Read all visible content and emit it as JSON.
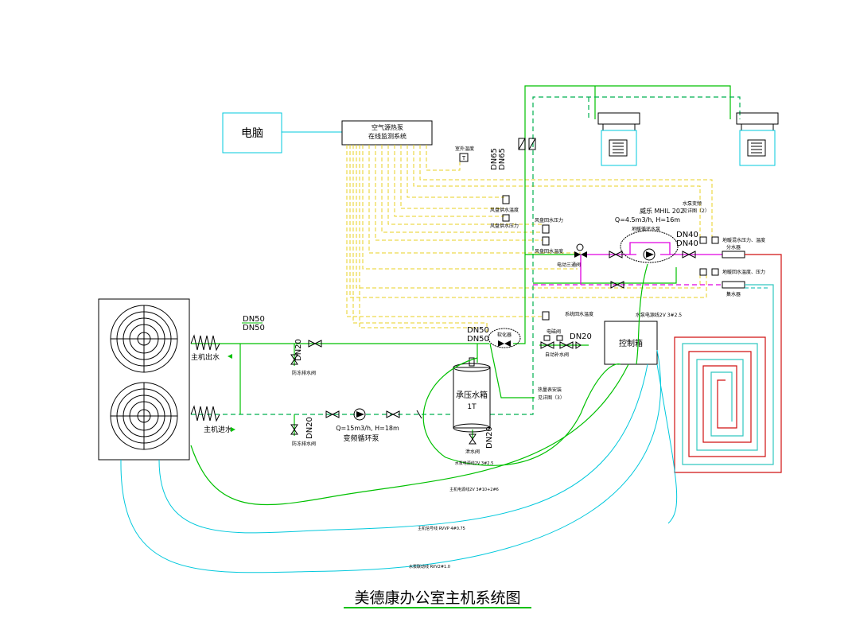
{
  "title": "美德康办公室主机系统图",
  "computer": "电脑",
  "monitor": {
    "line1": "空气源热泵",
    "line2": "在线监测系统"
  },
  "outdoor_temp": "室外温度",
  "pipe_labels": {
    "dn65_a": "DN65",
    "dn65_b": "DN65",
    "dn50_out_a": "DN50",
    "dn50_out_b": "DN50",
    "dn50_tank_a": "DN50",
    "dn50_tank_b": "DN50",
    "dn40_a": "DN40",
    "dn40_b": "DN40",
    "dn20_out": "DN20",
    "dn20_in": "DN20",
    "dn20_tank": "DN20",
    "dn20_valve": "DN20"
  },
  "host": {
    "out_water": "主机出水",
    "in_water": "主机进水"
  },
  "drain_valve_a": "防冻排水阀",
  "drain_valve_b": "防冻排水阀",
  "tank": {
    "name": "承压水箱",
    "size": "1T",
    "drain": "泄水阀"
  },
  "pump": {
    "spec": "Q=15m3/h, H=18m",
    "name": "变频循环泵"
  },
  "wilo": {
    "model": "威乐 MHIL 202",
    "spec": "Q=4.5m3/h, H=16m",
    "name": "地暖循环水泵"
  },
  "sensors": {
    "fan_supply_temp": "风盘供水温度",
    "fan_supply_press": "风盘供水压力",
    "fan_return_press": "风盘回水压力",
    "fan_return_temp": "风盘回水温度",
    "three_way": "电动三通阀",
    "system_return_temp": "系统回水温度",
    "floor_supply": "地暖混水压力、温度",
    "floor_return": "地暖回水温度、压力"
  },
  "water_install": {
    "line1": "水泵变频",
    "line2": "见详图（2）"
  },
  "manifold": {
    "supply": "分水器",
    "return": "集水器"
  },
  "makeup": {
    "solenoid": "电磁阀",
    "auto": "自动补水阀"
  },
  "control_box": "控制箱",
  "softener": "软化器",
  "flow_meter": {
    "line1": "热量表安装",
    "line2": "见详图（3）"
  },
  "cables": {
    "pump_power_top": "水泵电源线2V 3#2.5",
    "pump_power": "水泵电源线2V 3#2.5",
    "host_power": "主机电源线2V 3#10+2#6",
    "host_signal": "主机信号线 RVVP 4#0.75",
    "pump_link": "水泵联动线 RVV2#1.0"
  }
}
